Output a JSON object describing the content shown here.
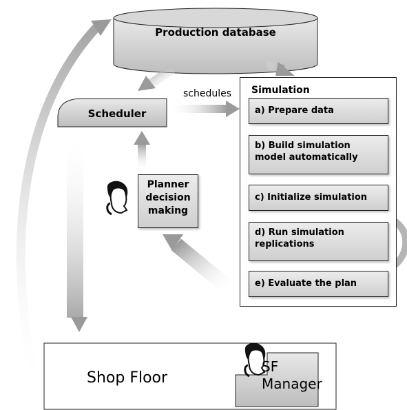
{
  "production_database": {
    "label": "Production database"
  },
  "scheduler": {
    "label": "Scheduler"
  },
  "schedules_label": "schedules",
  "simulation": {
    "title": "Simulation",
    "steps": [
      "a) Prepare data",
      "b) Build simulation model automatically",
      "c) Initialize simulation",
      "d) Run simulation replications",
      "e) Evaluate the plan"
    ]
  },
  "planner": {
    "label": "Planner decision making",
    "icon": "person-head-icon"
  },
  "shop_floor": {
    "label": "Shop Floor"
  },
  "sf_manager": {
    "label": "SF Manager",
    "icon": "person-head-icon"
  }
}
